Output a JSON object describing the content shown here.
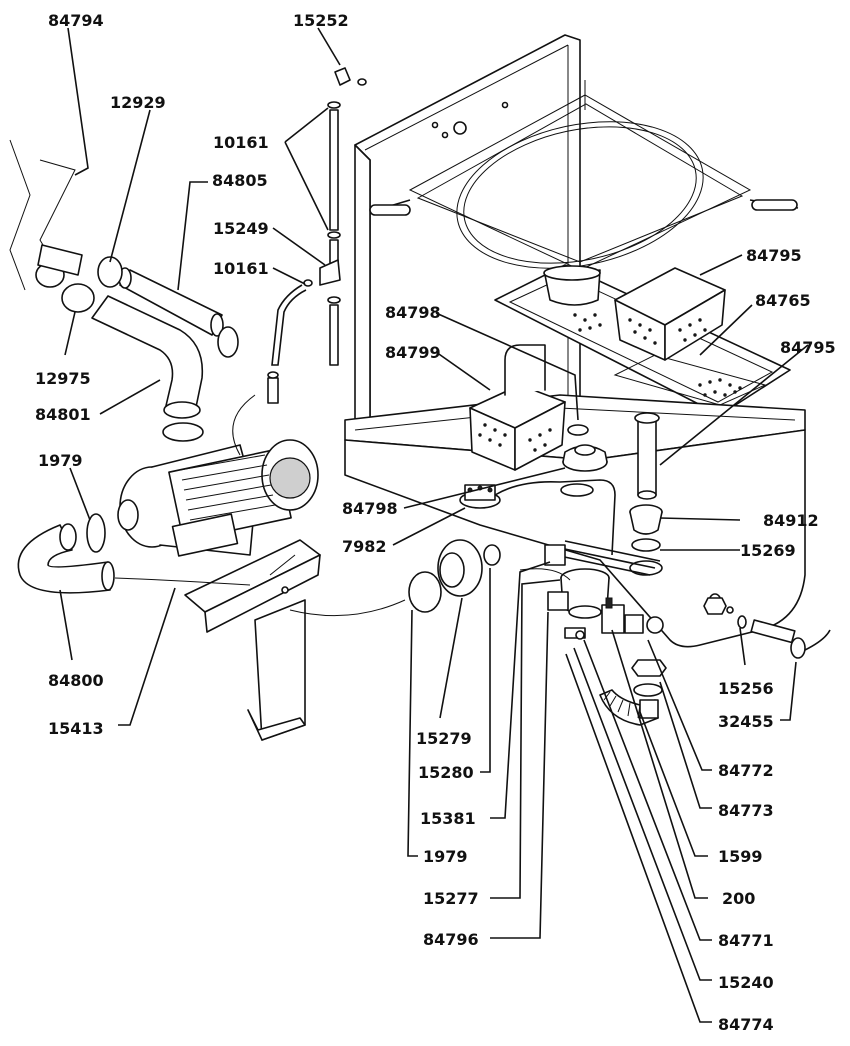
{
  "callouts": {
    "c84794": "84794",
    "c15252": "15252",
    "c12929": "12929",
    "c10161a": "10161",
    "c84805": "84805",
    "c15249": "15249",
    "c10161b": "10161",
    "c84795a": "84795",
    "c84765": "84765",
    "c84798a": "84798",
    "c84795b": "84795",
    "c84799": "84799",
    "c12975": "12975",
    "c84801": "84801",
    "c1979a": "1979",
    "c84798b": "84798",
    "c84912": "84912",
    "c7982": "7982",
    "c15269": "15269",
    "c84800": "84800",
    "c15256": "15256",
    "c32455": "32455",
    "c15413": "15413",
    "c15279": "15279",
    "c84772": "84772",
    "c15280": "15280",
    "c84773": "84773",
    "c15381": "15381",
    "c1599": "1599",
    "c1979b": "1979",
    "c15277": "15277",
    "c200": "200",
    "c84796": "84796",
    "c84771": "84771",
    "c15240": "15240",
    "c84774": "84774"
  }
}
